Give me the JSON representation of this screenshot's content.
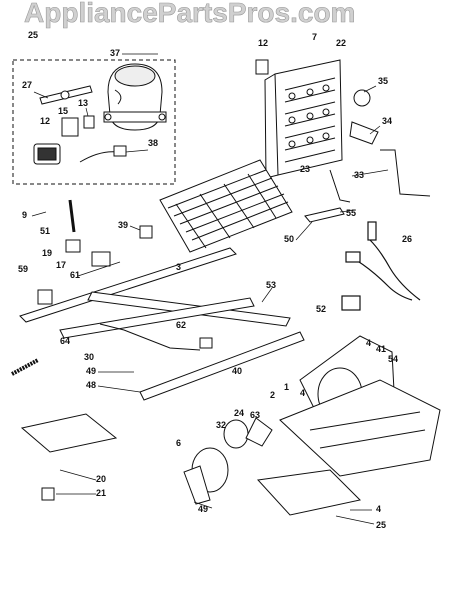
{
  "watermark": {
    "text": "AppliancePartsPros.com",
    "color": "#d8d8d8",
    "ink": "#1a1a1a"
  },
  "part_numbers": [
    "25",
    "37",
    "27",
    "13",
    "15",
    "12",
    "38",
    "9",
    "51",
    "39",
    "19",
    "17",
    "61",
    "59",
    "64",
    "30",
    "49",
    "48",
    "12",
    "7",
    "22",
    "35",
    "34",
    "23",
    "33",
    "55",
    "50",
    "26",
    "53",
    "3",
    "62",
    "52",
    "41",
    "54",
    "40",
    "1",
    "2",
    "24",
    "63",
    "32",
    "6",
    "49",
    "20",
    "21",
    "4",
    "4",
    "4",
    "25"
  ]
}
